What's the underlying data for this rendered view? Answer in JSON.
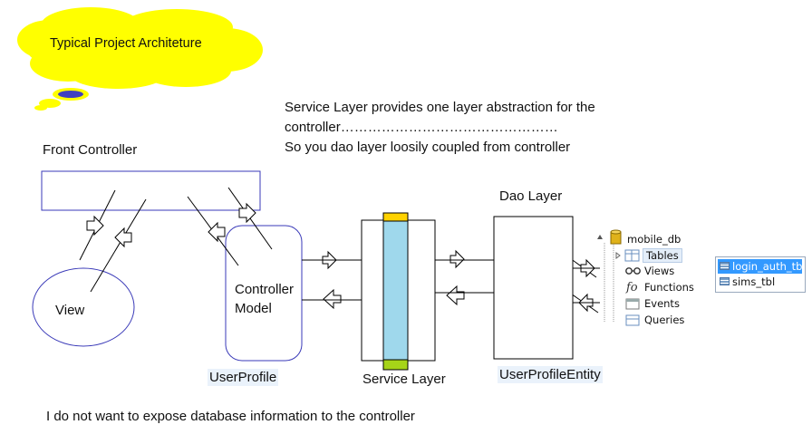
{
  "cloud_title": "Typical Project Architeture",
  "description": [
    "Service Layer provides one layer abstraction for the",
    "controller…………………………………………",
    "So you dao layer loosily coupled from controller"
  ],
  "front_controller": "Front Controller",
  "view": "View",
  "controller_model": [
    "Controller",
    "Model"
  ],
  "user_profile": "UserProfile",
  "service_layer": "Service Layer",
  "dao_layer": "Dao Layer",
  "user_profile_entity": "UserProfileEntity",
  "db_tree": {
    "root": "mobile_db",
    "items": [
      "Tables",
      "Views",
      "Functions",
      "Events",
      "Queries"
    ]
  },
  "tables_popup": [
    "login_auth_tbl",
    "sims_tbl"
  ],
  "bottom_note": "I do not want to expose database information to the controller",
  "colors": {
    "cloud": "#ffff00",
    "shape_stroke": "#3a3ab8",
    "service_bar": "#9fd8ec",
    "service_top_cap": "#ffd200",
    "service_bottom_cap": "#a6d418",
    "popup_selected": "#3399ff"
  }
}
